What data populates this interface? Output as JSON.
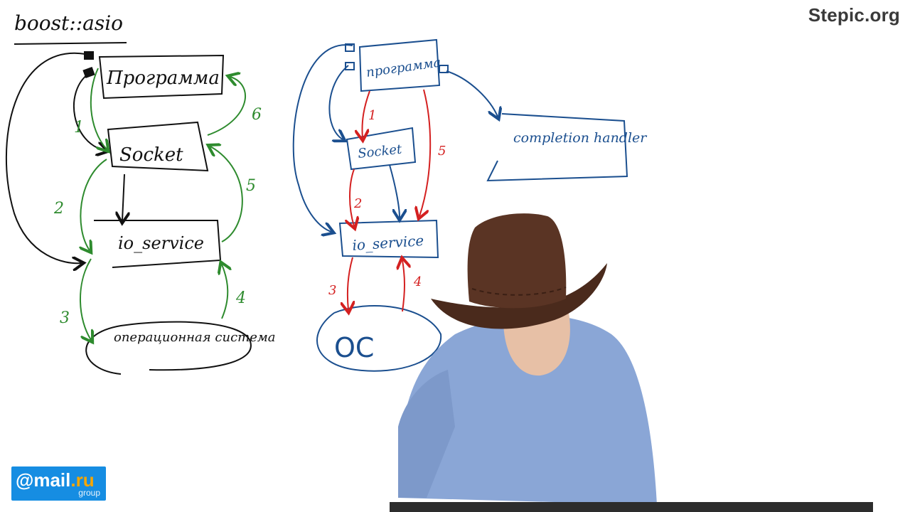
{
  "brand": {
    "site": "Stepic.org"
  },
  "logo": {
    "name_prefix": "@mail",
    "name_suffix": ".ru",
    "sub": "group",
    "accent": "#f7a600",
    "background": "#168de2"
  },
  "left_diagram": {
    "title": "boost::asio",
    "nodes": {
      "program": "Программа",
      "socket": "Socket",
      "io_service": "io_service",
      "os": "операционная система"
    },
    "step_labels": [
      "1",
      "2",
      "3",
      "4",
      "5",
      "6"
    ],
    "colors": {
      "ink": "#111111",
      "arrows": "#2e8b2e"
    }
  },
  "right_diagram": {
    "nodes": {
      "program": "программа",
      "socket": "Socket",
      "io_service": "io_service",
      "os": "ОС",
      "handler": "completion handler"
    },
    "step_labels": [
      "1",
      "2",
      "3",
      "4",
      "5"
    ],
    "colors": {
      "ink": "#1b4f8f",
      "arrows": "#d42020"
    }
  }
}
